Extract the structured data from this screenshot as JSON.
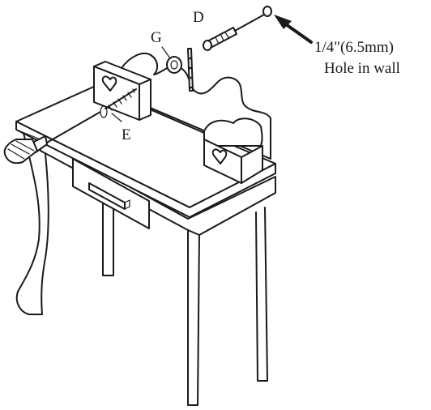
{
  "labels": {
    "part_d": "D",
    "part_g": "G",
    "part_e": "E",
    "hole_size": "1/4\"(6.5mm)",
    "hole_desc": "Hole in wall"
  },
  "colors": {
    "line": "#1a1a1a",
    "background": "#ffffff"
  }
}
